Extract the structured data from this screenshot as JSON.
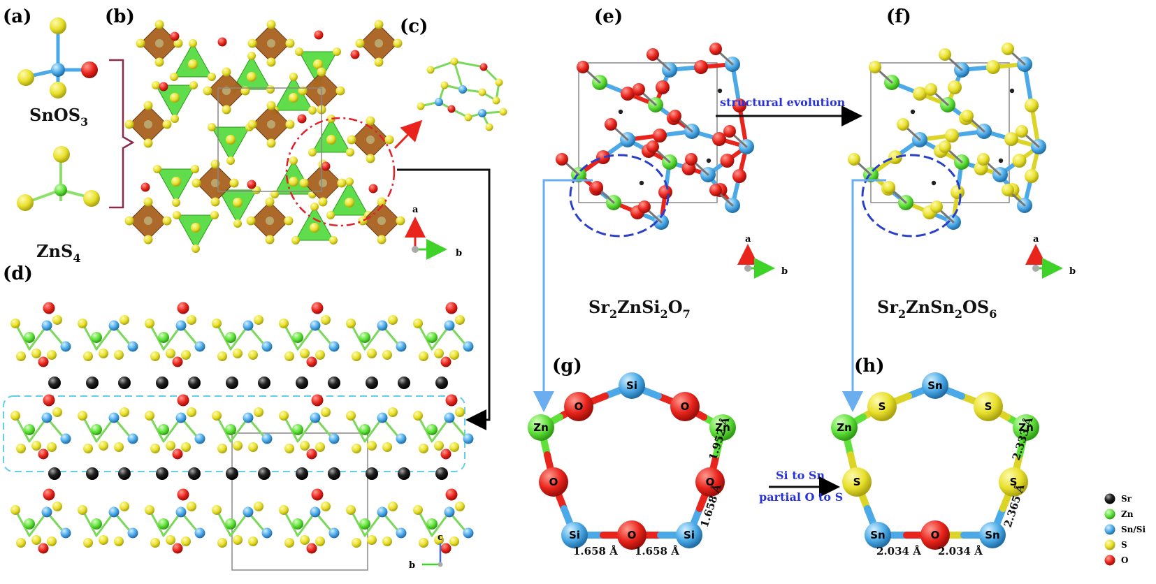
{
  "panels": {
    "a": "(a)",
    "b": "(b)",
    "c": "(c)",
    "d": "(d)",
    "e": "(e)",
    "f": "(f)",
    "g": "(g)",
    "h": "(h)"
  },
  "formulas": {
    "snos3": {
      "main": "SnOS",
      "sub": "3"
    },
    "zns4": {
      "main": "ZnS",
      "sub": "4"
    },
    "left_compound": {
      "p1": "Sr",
      "s1": "2",
      "p2": "ZnSi",
      "s2": "2",
      "p3": "O",
      "s3": "7"
    },
    "right_compound": {
      "p1": "Sr",
      "s1": "2",
      "p2": "ZnSn",
      "s2": "2",
      "p3": "OS",
      "s3": "6"
    }
  },
  "axes": {
    "a": "a",
    "b": "b",
    "c": "c"
  },
  "arrows": {
    "structural_evolution": "structural evolution",
    "si_to_sn": "Si to Sn",
    "partial_o_to_s": "partial O to S"
  },
  "ring_g": {
    "atoms": {
      "top": "Si",
      "left_o": "O",
      "right_o": "O",
      "left_zn": "Zn",
      "right_zn": "Zn",
      "mid_left_o": "O",
      "mid_right_o": "O",
      "bottom_left": "Si",
      "bottom_o": "O",
      "bottom_right": "Si"
    },
    "bonds": {
      "b1": "1.952 Å",
      "b2": "1.658 Å",
      "b3": "1.658 Å",
      "b4": "1.658 Å"
    }
  },
  "ring_h": {
    "atoms": {
      "top": "Sn",
      "left_s": "S",
      "right_s": "S",
      "left_zn": "Zn",
      "right_zn": "Zn",
      "mid_left_s": "S",
      "mid_right_s": "S",
      "bottom_left": "Sn",
      "bottom_o": "O",
      "bottom_right": "Sn"
    },
    "bonds": {
      "b1": "2.333 Å",
      "b2": "2.365 Å",
      "b3": "2.034 Å",
      "b4": "2.034 Å"
    }
  },
  "legend": [
    {
      "label": "Sr",
      "color": "#1a1a1a"
    },
    {
      "label": "Zn",
      "color": "#5fe03a"
    },
    {
      "label": "Sn/Si",
      "color": "#4aa9e6"
    },
    {
      "label": "S",
      "color": "#e8e02c"
    },
    {
      "label": "O",
      "color": "#e8241c"
    }
  ],
  "colors": {
    "sr": "#1a1a1a",
    "zn": "#5fe03a",
    "sn": "#4aa9e6",
    "s": "#e8e02c",
    "o": "#e8241c",
    "sn_poly": "#a8611d",
    "zn_poly": "#4fd93a",
    "bracket": "#8b2a4a",
    "arrow_blue": "#6aaef0",
    "dash_blue": "#2a3fc8",
    "dash_red": "#e0202a",
    "dash_cyan": "#5fd0e8"
  }
}
